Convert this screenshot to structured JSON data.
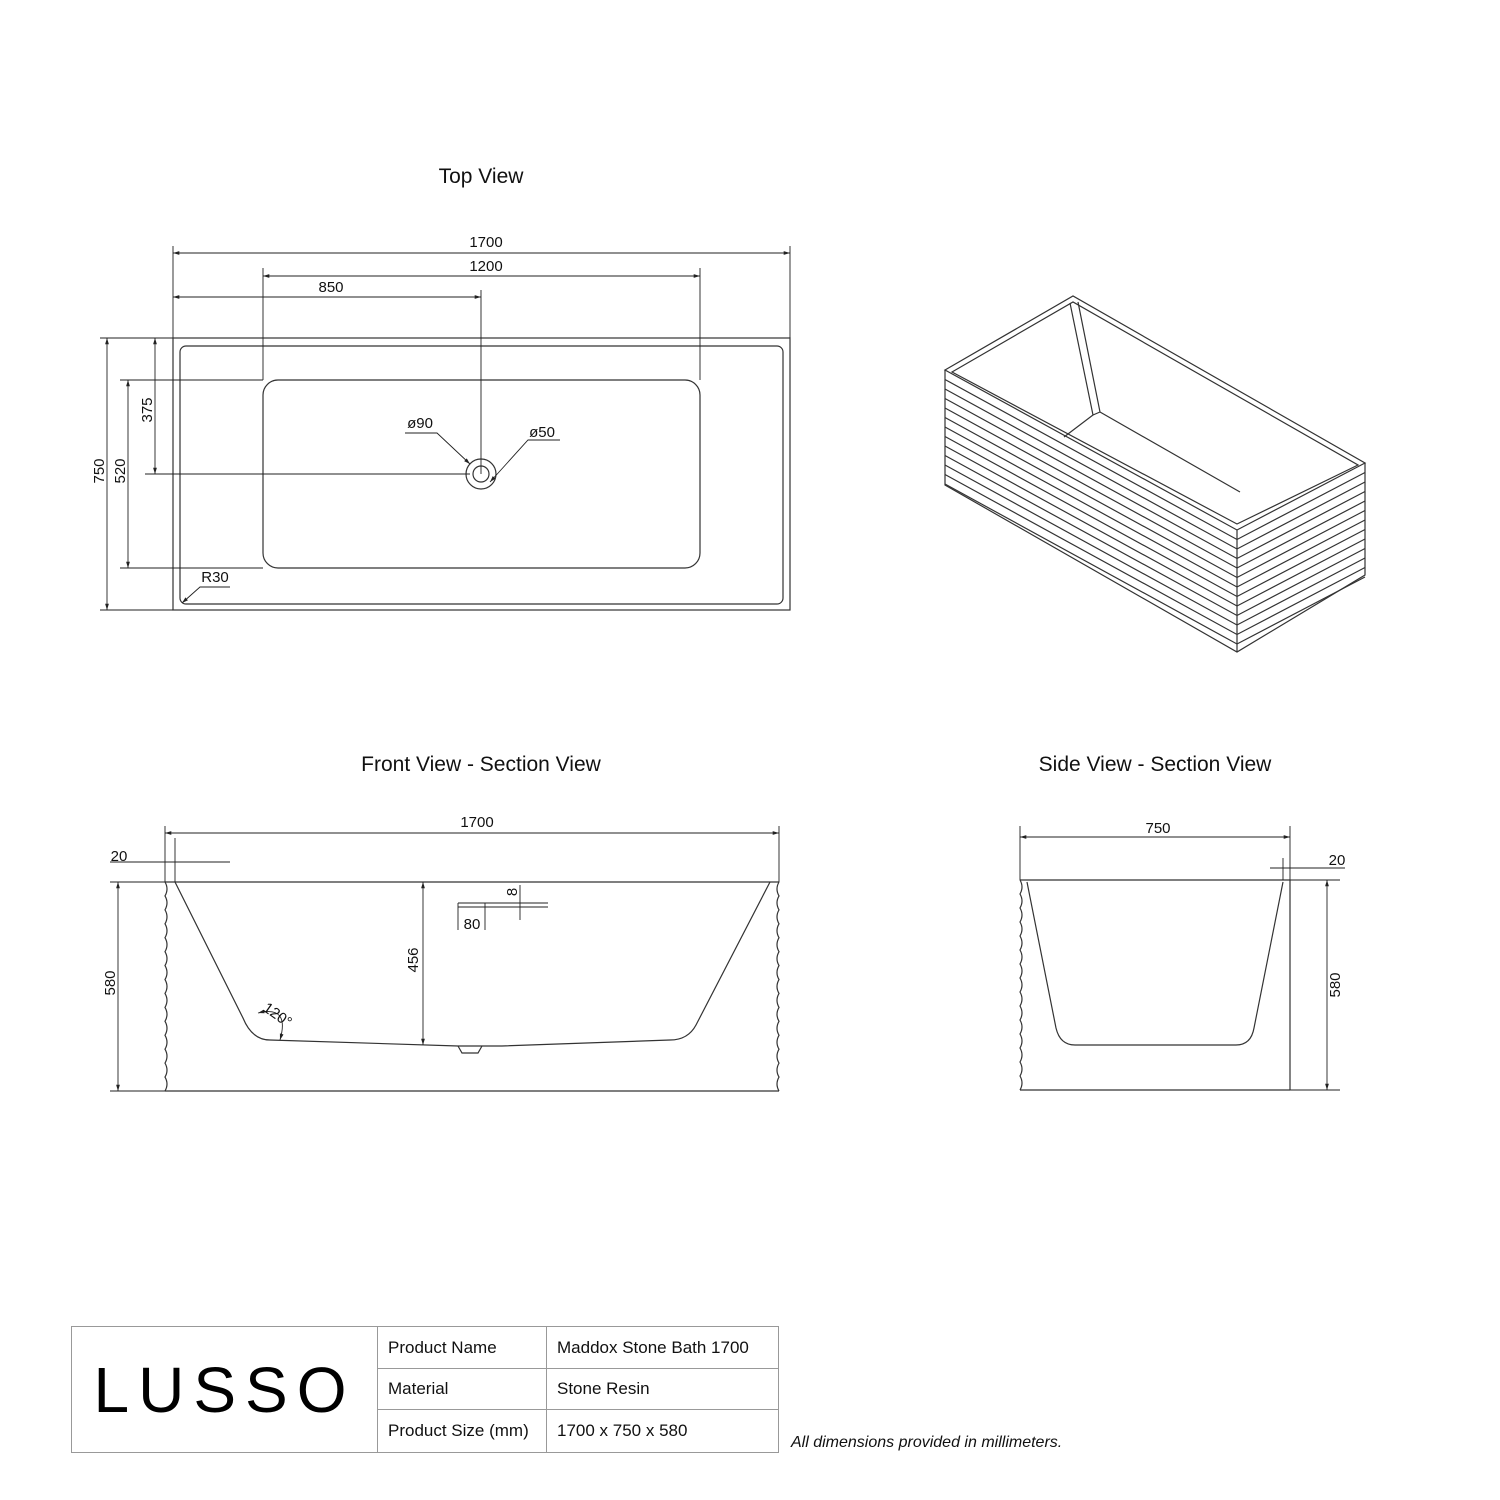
{
  "views": {
    "top": {
      "title": "Top View",
      "dims": {
        "length": "1700",
        "basin_length": "1200",
        "drain_offset": "850",
        "width": "750",
        "basin_width": "520",
        "drain_center": "375",
        "drain_outer": "ø90",
        "drain_inner": "ø50",
        "radius": "R30"
      }
    },
    "front": {
      "title": "Front View - Section View",
      "dims": {
        "length": "1700",
        "wall": "20",
        "height": "580",
        "depth": "456",
        "overflow_w": "80",
        "overflow_h": "8",
        "angle": "120°"
      }
    },
    "side": {
      "title": "Side View - Section View",
      "dims": {
        "width": "750",
        "wall": "20",
        "height": "580"
      }
    }
  },
  "title_block": {
    "logo": "LUSSO",
    "rows": [
      {
        "label": "Product Name",
        "value": "Maddox Stone Bath 1700"
      },
      {
        "label": "Material",
        "value": "Stone Resin"
      },
      {
        "label": "Product Size (mm)",
        "value": "1700 x 750 x 580"
      }
    ],
    "note": "All dimensions provided in millimeters."
  }
}
